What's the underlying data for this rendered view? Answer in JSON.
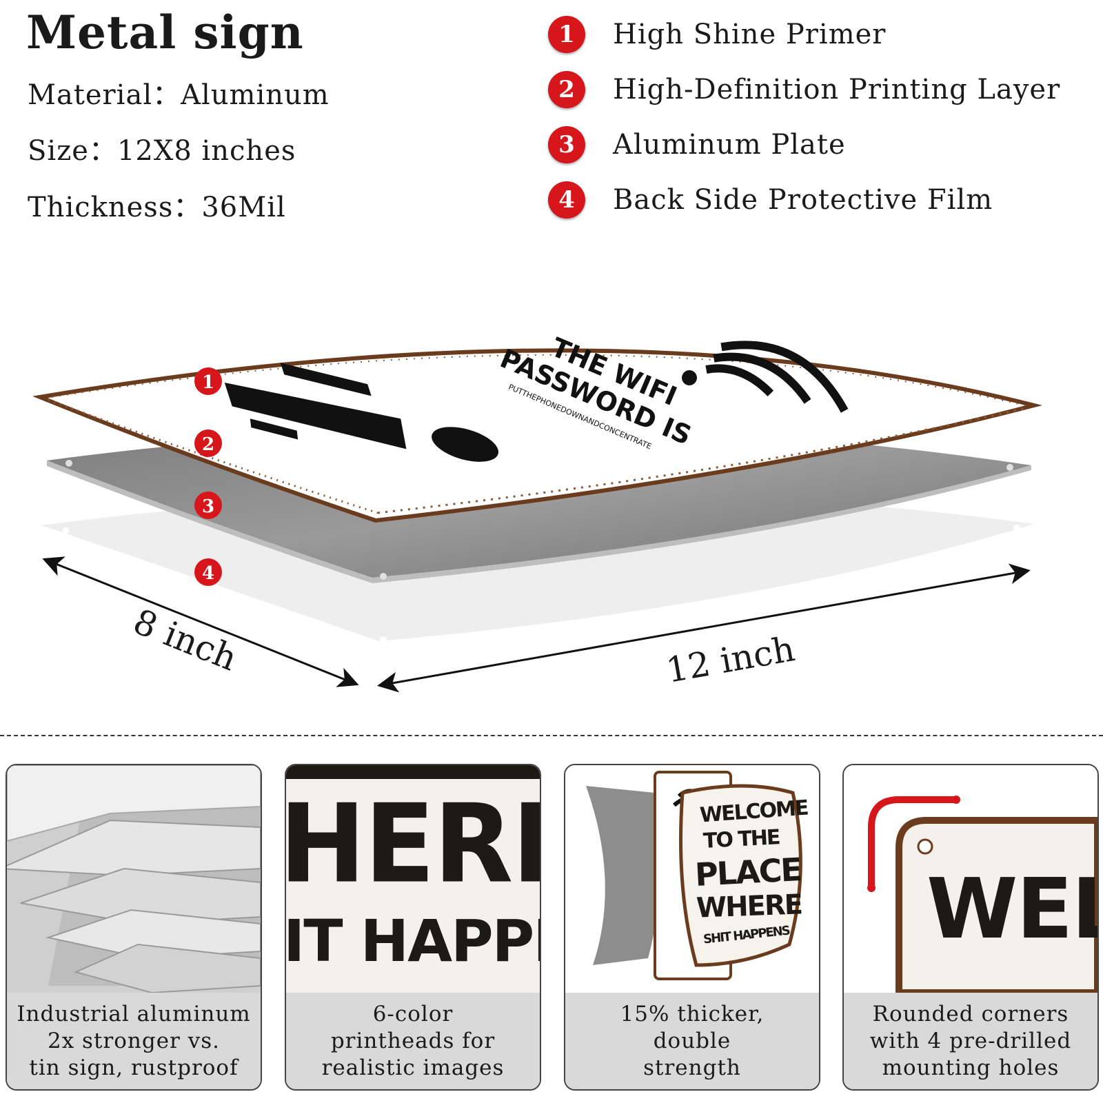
{
  "header": {
    "title": "Metal sign",
    "specs": [
      "Material：Aluminum",
      "Size：12X8 inches",
      "Thickness：36Mil"
    ]
  },
  "layers": [
    {
      "number": "1",
      "label": "High Shine Primer"
    },
    {
      "number": "2",
      "label": "High-Definition Printing Layer"
    },
    {
      "number": "3",
      "label": "Aluminum Plate"
    },
    {
      "number": "4",
      "label": "Back Side Protective Film"
    }
  ],
  "diagram": {
    "sign_line1": "THE WIFI",
    "sign_line2": "PASSWORD IS",
    "sign_small": "PUTTHEPHONEDOWNANDCONCENTRATE",
    "width_label": "12 inch",
    "height_label": "8 inch"
  },
  "features": [
    {
      "caption": [
        "Industrial aluminum",
        "2x stronger vs.",
        "tin sign, rustproof"
      ]
    },
    {
      "caption": [
        "6-color",
        "printheads for",
        "realistic images"
      ],
      "sample_text": [
        "HERE",
        "IT HAPPEN"
      ]
    },
    {
      "caption": [
        "15% thicker,",
        "double",
        "strength"
      ],
      "sample_text": [
        "WELCOME",
        "TO THE",
        "PLACE",
        "WHERE",
        "SHIT HAPPENS"
      ]
    },
    {
      "caption": [
        "Rounded corners",
        "with 4 pre-drilled",
        "mounting holes"
      ],
      "sample_text": [
        "WEL"
      ]
    }
  ],
  "colors": {
    "accent_red": "#d7161c",
    "plate_gray": "#8a8a8a",
    "caption_bg": "#d9d9d9",
    "rust": "#6b3b1e"
  }
}
